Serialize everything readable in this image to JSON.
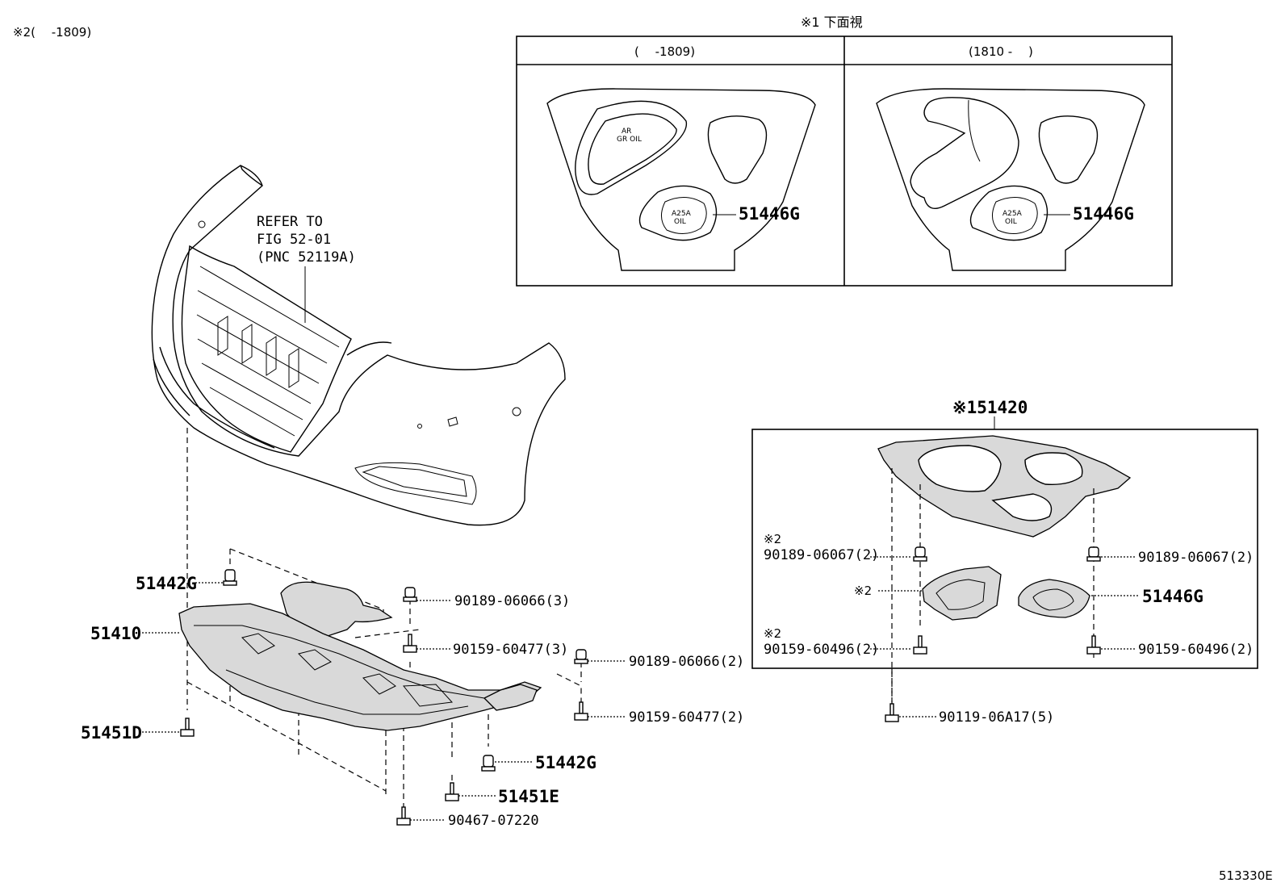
{
  "header_note": "※2(　 -1809)",
  "detail_view": {
    "title": "※1 下面視",
    "col_left": "(　 -1809)",
    "col_right": "(1810 -　 )",
    "left_labels": {
      "ar": "AR",
      "gr_oil": "GR OIL",
      "a25a": "A25A",
      "oil": "OIL",
      "part": "51446G"
    },
    "right_labels": {
      "a25a": "A25A",
      "oil": "OIL",
      "part": "51446G"
    }
  },
  "refer": {
    "line1": "REFER TO",
    "line2": "FIG 52-01",
    "line3": "(PNC 52119A)"
  },
  "left_parts": {
    "p51442g_top": "51442G",
    "p51410": "51410",
    "p51451d": "51451D",
    "p90189_3": "90189-06066(3)",
    "p90159_3": "90159-60477(3)",
    "p90189_2": "90189-06066(2)",
    "p90159_2": "90159-60477(2)",
    "p51442g_bot": "51442G",
    "p51451e": "51451E",
    "p90467": "90467-07220"
  },
  "right_group": {
    "title": "※151420",
    "note_a": "※2",
    "p90189_l": "90189-06067(2)",
    "p90189_r": "90189-06067(2)",
    "note_b": "※2",
    "p51446g": "51446G",
    "note_c": "※2",
    "p90159_l": "90159-60496(2)",
    "p90159_r": "90159-60496(2)",
    "p90119": "90119-06A17(5)"
  },
  "figure_code": "513330E"
}
